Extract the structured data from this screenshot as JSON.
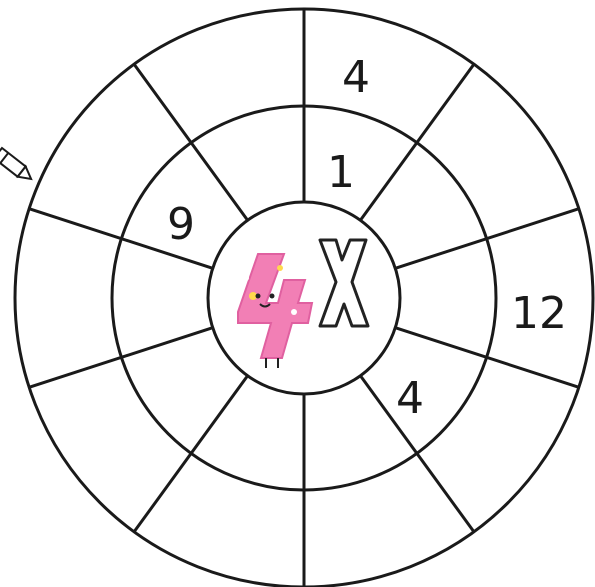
{
  "wheel": {
    "center_label": {
      "digit": "4",
      "symbol": "X"
    },
    "inner_ring": {
      "top": "1",
      "upper_left": "9",
      "lower_right": "4"
    },
    "outer_ring": {
      "top": "4",
      "right": "12"
    }
  },
  "colors": {
    "line": "#1a1a1a",
    "digit_four": "#f27fb5",
    "digit_four_dots": "#ffd84d",
    "symbol_outline": "#222222"
  },
  "icons": [
    "pencil-icon",
    "cute-four-character"
  ]
}
